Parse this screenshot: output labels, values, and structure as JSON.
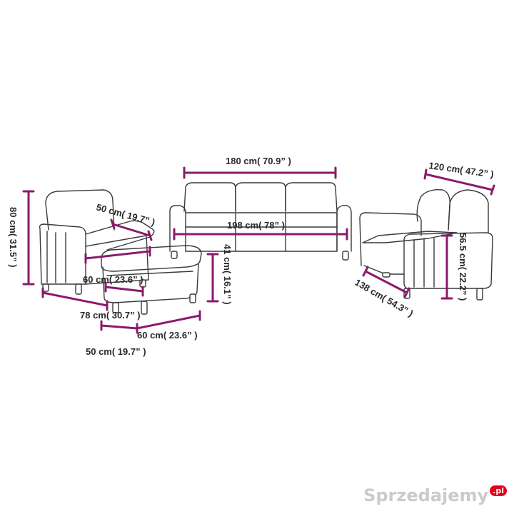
{
  "dimensions": {
    "armchair_height": "80 cm( 31.5” )",
    "armchair_seat_depth": "50 cm( 19.7” )",
    "armchair_width": "60 cm( 23.6” )",
    "armchair_depth": "78 cm( 30.7” )",
    "footstool_width": "60 cm( 23.6” )",
    "footstool_depth": "50 cm( 19.7” )",
    "footstool_height": "41 cm( 16.1” )",
    "sofa3_seat_width": "180 cm( 70.9” )",
    "sofa3_total_width": "198 cm( 78” )",
    "sofa2_seat_width": "120 cm( 47.2” )",
    "sofa2_total_width": "138 cm( 54.3” )",
    "sofa2_seat_height": "56.5 cm( 22.2” )"
  },
  "watermark": {
    "text": "Sprzedajemy",
    "badge": ".pl"
  },
  "colors": {
    "dimension_line": "#8a1a6c",
    "outline": "#3a3a3a"
  }
}
